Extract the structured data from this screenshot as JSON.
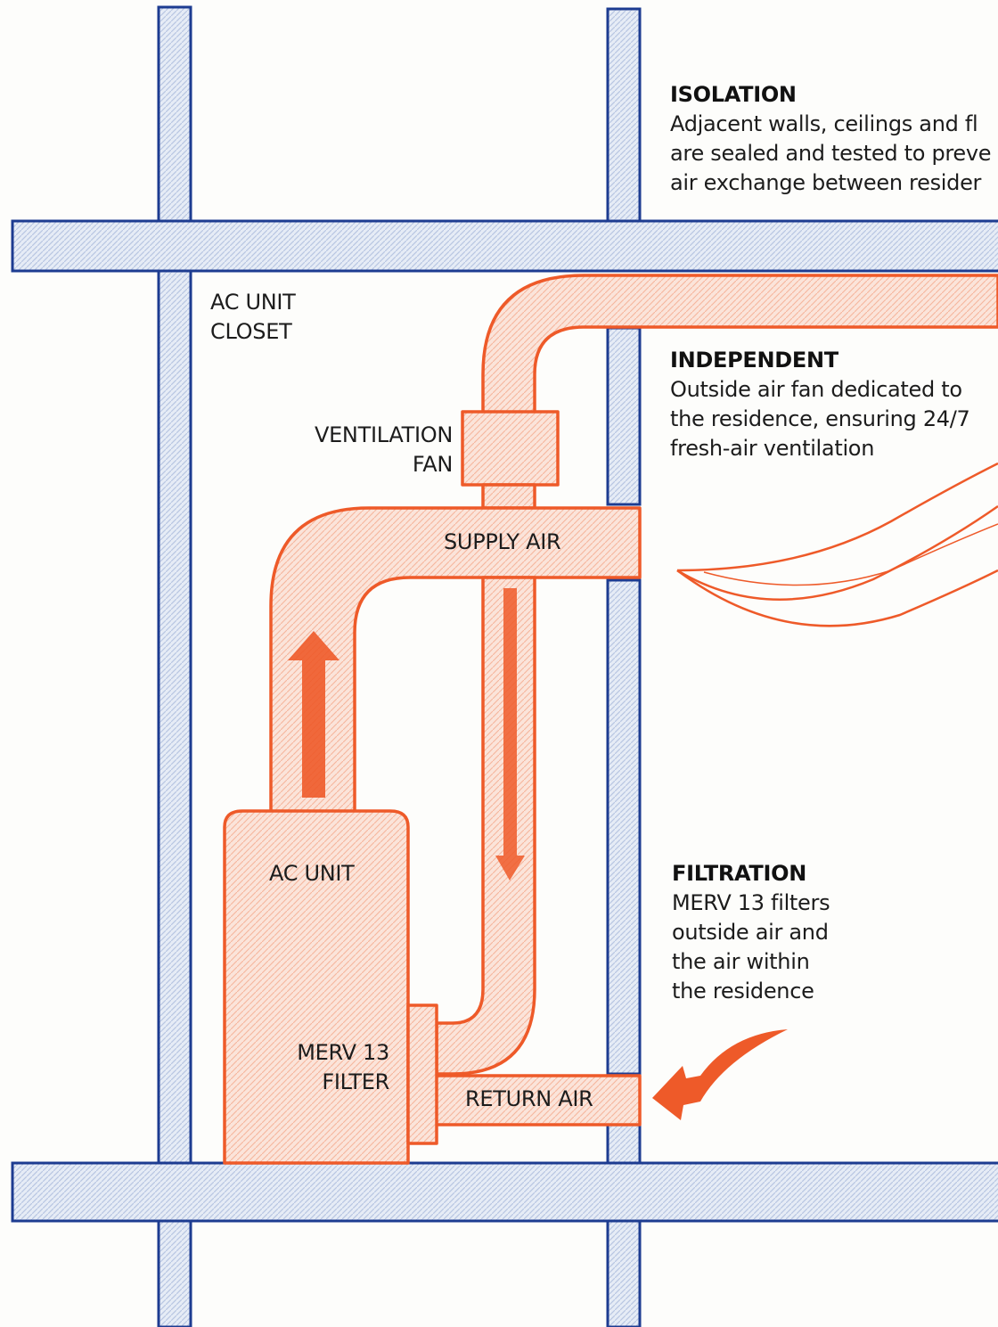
{
  "colors": {
    "wall_outline": "#1d3c91",
    "wall_fill": "#e8edf6",
    "duct": "#ee5a29",
    "duct_fill": "#fbe3d9",
    "text": "#1c1c1c",
    "background": "#fdfdfb"
  },
  "labels": {
    "ac_unit_closet": "AC UNIT\nCLOSET",
    "ventilation_fan": "VENTILATION\nFAN",
    "supply_air": "SUPPLY AIR",
    "ac_unit": "AC UNIT",
    "merv_filter": "MERV 13\nFILTER",
    "return_air": "RETURN AIR"
  },
  "panels": {
    "isolation": {
      "title": "ISOLATION",
      "body": "Adjacent walls, ceilings and fl\nare sealed and tested to preve\nair exchange between resider"
    },
    "independent": {
      "title": "INDEPENDENT",
      "body": "Outside air fan dedicated to\nthe residence, ensuring 24/7\nfresh-air ventilation"
    },
    "filtration": {
      "title": "FILTRATION",
      "body": "MERV 13 filters\noutside air and\nthe air within\nthe residence"
    }
  }
}
